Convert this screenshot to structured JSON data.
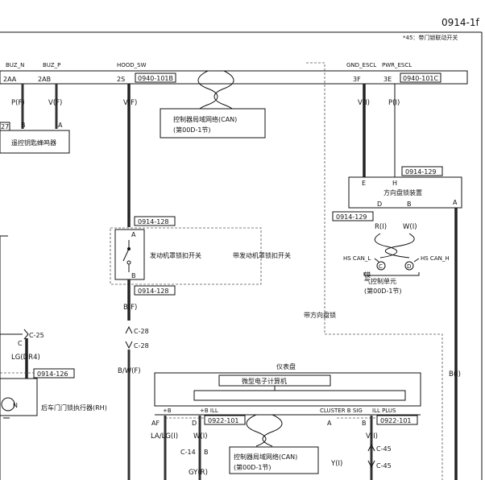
{
  "page_number": "0914-1f",
  "note": "*45：带门锁联动开关",
  "top_connector": {
    "signals": [
      "BUZ_N",
      "BUZ_P",
      "HOOD_SW",
      "GND_ESCL",
      "PWR_ESCL"
    ],
    "pins": [
      "2AA",
      "2AB",
      "2S",
      "3F",
      "3E"
    ],
    "ref_left": "0940-101B",
    "ref_right": "0940-101C"
  },
  "wires": {
    "buz_n": "P(F)",
    "buz_p": "V(F)",
    "hood": "V(F)",
    "gnd_escl": "V(I)",
    "pwr_escl": "P(I)",
    "hood_lower": "B(F)",
    "hood_bottom": "B/W(F)",
    "door": "LG(DR4)",
    "right_trunk": "B(I)",
    "can_l": "R(I)",
    "can_h": "W(I)",
    "af": "LA/LG(I)",
    "d": "W(I)",
    "c14": "GY(R)",
    "b": "V(I)",
    "y": "Y(I)"
  },
  "buzzer": {
    "conn": "27",
    "pin_b": "B",
    "pin_a": "A",
    "label": "遥控钥匙蜂鸣器"
  },
  "can_box_top": {
    "line1": "控制器局域网络(CAN)",
    "line2": "(第00D-1节)"
  },
  "can_box_bottom": {
    "line1": "控制器局域网络(CAN)",
    "line2": "(第00D-1节)"
  },
  "hood_switch": {
    "ref_top": "0914-128",
    "ref_bottom": "0914-128",
    "pin_a": "A",
    "pin_b": "B",
    "label": "发动机罩锁扣开关",
    "option": "带发动机罩锁扣开关"
  },
  "inline_c28": {
    "top": "C-28",
    "bottom": "C-28"
  },
  "steering_lock": {
    "ref_top": "0914-129",
    "ref_left": "0914-129",
    "pin_e": "E",
    "pin_h": "H",
    "pin_d": "D",
    "pin_b": "B",
    "pin_a": "A",
    "label": "方向盘锁装置",
    "option": "带方向盘锁"
  },
  "can_module": {
    "hs_can_l": "HS CAN_L",
    "hs_can_h": "HS CAN_H",
    "pin_c": "C",
    "pin_d": "D",
    "line1": "气控制单元",
    "line2": "(第00D-1节)",
    "frag": "馍"
  },
  "door_actuator": {
    "splice": "C-25",
    "pin_c": "C",
    "ref": "0914-126",
    "pin_c2": "C",
    "label": "后车门门锁执行器(RH)",
    "motor_n": "N"
  },
  "cluster": {
    "title": "仪表盘",
    "mcu": "微型电子计算机",
    "signals": [
      "+B",
      "+B ILL",
      "CLUSTER B SIG",
      "ILL PLUS"
    ],
    "pins": [
      "AF",
      "D",
      "A",
      "B"
    ],
    "ref_left": "0922-101",
    "ref_right": "0922-101"
  },
  "bottom_left": {
    "splice": "C-14",
    "pin": "B"
  },
  "c45": {
    "top": "C-45",
    "bottom": "C-45"
  }
}
